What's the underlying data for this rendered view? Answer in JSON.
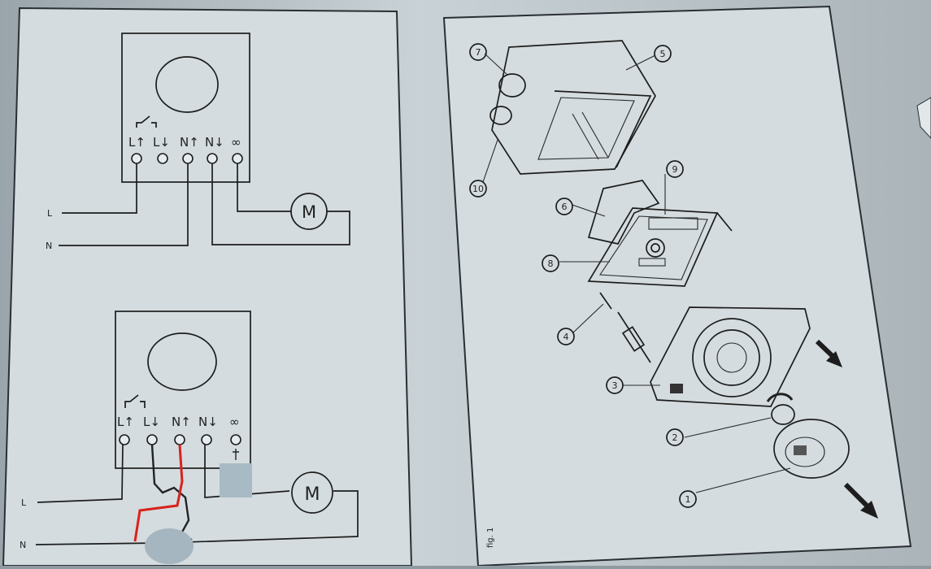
{
  "wiring_top": {
    "terminal_labels": [
      "L↑",
      "L↓",
      "N↑",
      "N↓",
      "∞"
    ],
    "line_labels": [
      "L",
      "N"
    ],
    "motor_label": "M"
  },
  "wiring_bottom": {
    "terminal_labels": [
      "L↑",
      "L↓",
      "N↑",
      "N↓",
      "∞"
    ],
    "line_labels": [
      "L",
      "N"
    ],
    "motor_label": "M",
    "markup_color": "#d9221c"
  },
  "exploded_view": {
    "callouts": [
      "1",
      "2",
      "3",
      "4",
      "5",
      "6",
      "7",
      "8",
      "9",
      "10"
    ],
    "figure_label": "fig. 1"
  }
}
